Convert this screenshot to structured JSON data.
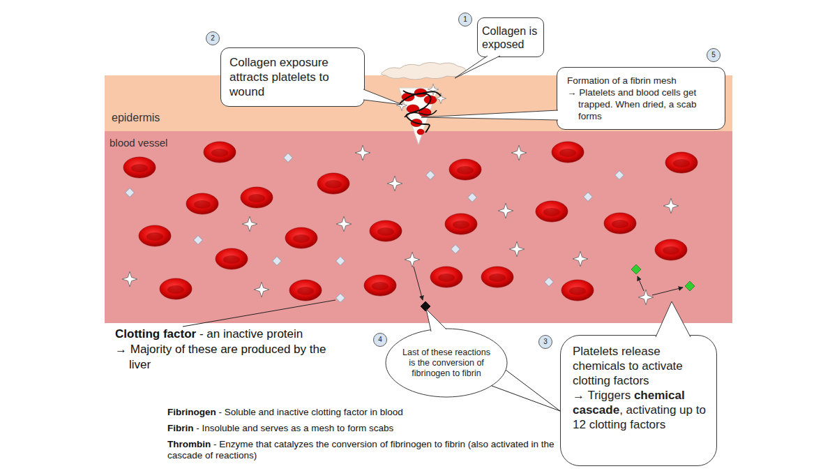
{
  "diagram": {
    "nodes": [
      {
        "text": [
          "Collagen is exposed"
        ]
      },
      {
        "text": [
          "Collagen exposure attracts platelets to wound"
        ]
      },
      {
        "text": [
          "Formation of a fibrin mesh",
          "→ Platelets and blood cells get trapped. When dried, a scab forms"
        ]
      },
      {
        "text": [
          "Last of these reactions is the conversion of fibrinogen to fibrin"
        ]
      },
      {
        "text": [
          "Platelets release chemicals to activate clotting factors",
          "→ Triggers",
          "chemical cascade",
          ", activating up to 12 clotting factors"
        ]
      }
    ],
    "edges": [
      {
        "from": 3,
        "to": 4,
        "arrow": "none"
      },
      {
        "from": 3,
        "to": 4,
        "arrow": "none"
      }
    ],
    "labels": [
      "1",
      "2",
      "3",
      "4",
      "5",
      "epidermis",
      "blood vessel",
      "Clotting factor",
      "- an inactive protein",
      "→ Majority of these are produced by the liver",
      "Fibrinogen",
      "- Soluble and inactive clotting factor in blood",
      "Fibrin",
      "- Insoluble and serves as a mesh to form scabs",
      "Thrombin",
      "- Enzyme that catalyzes the conversion of fibrinogen to fibrin (also activated in the cascade of reactions)"
    ]
  }
}
